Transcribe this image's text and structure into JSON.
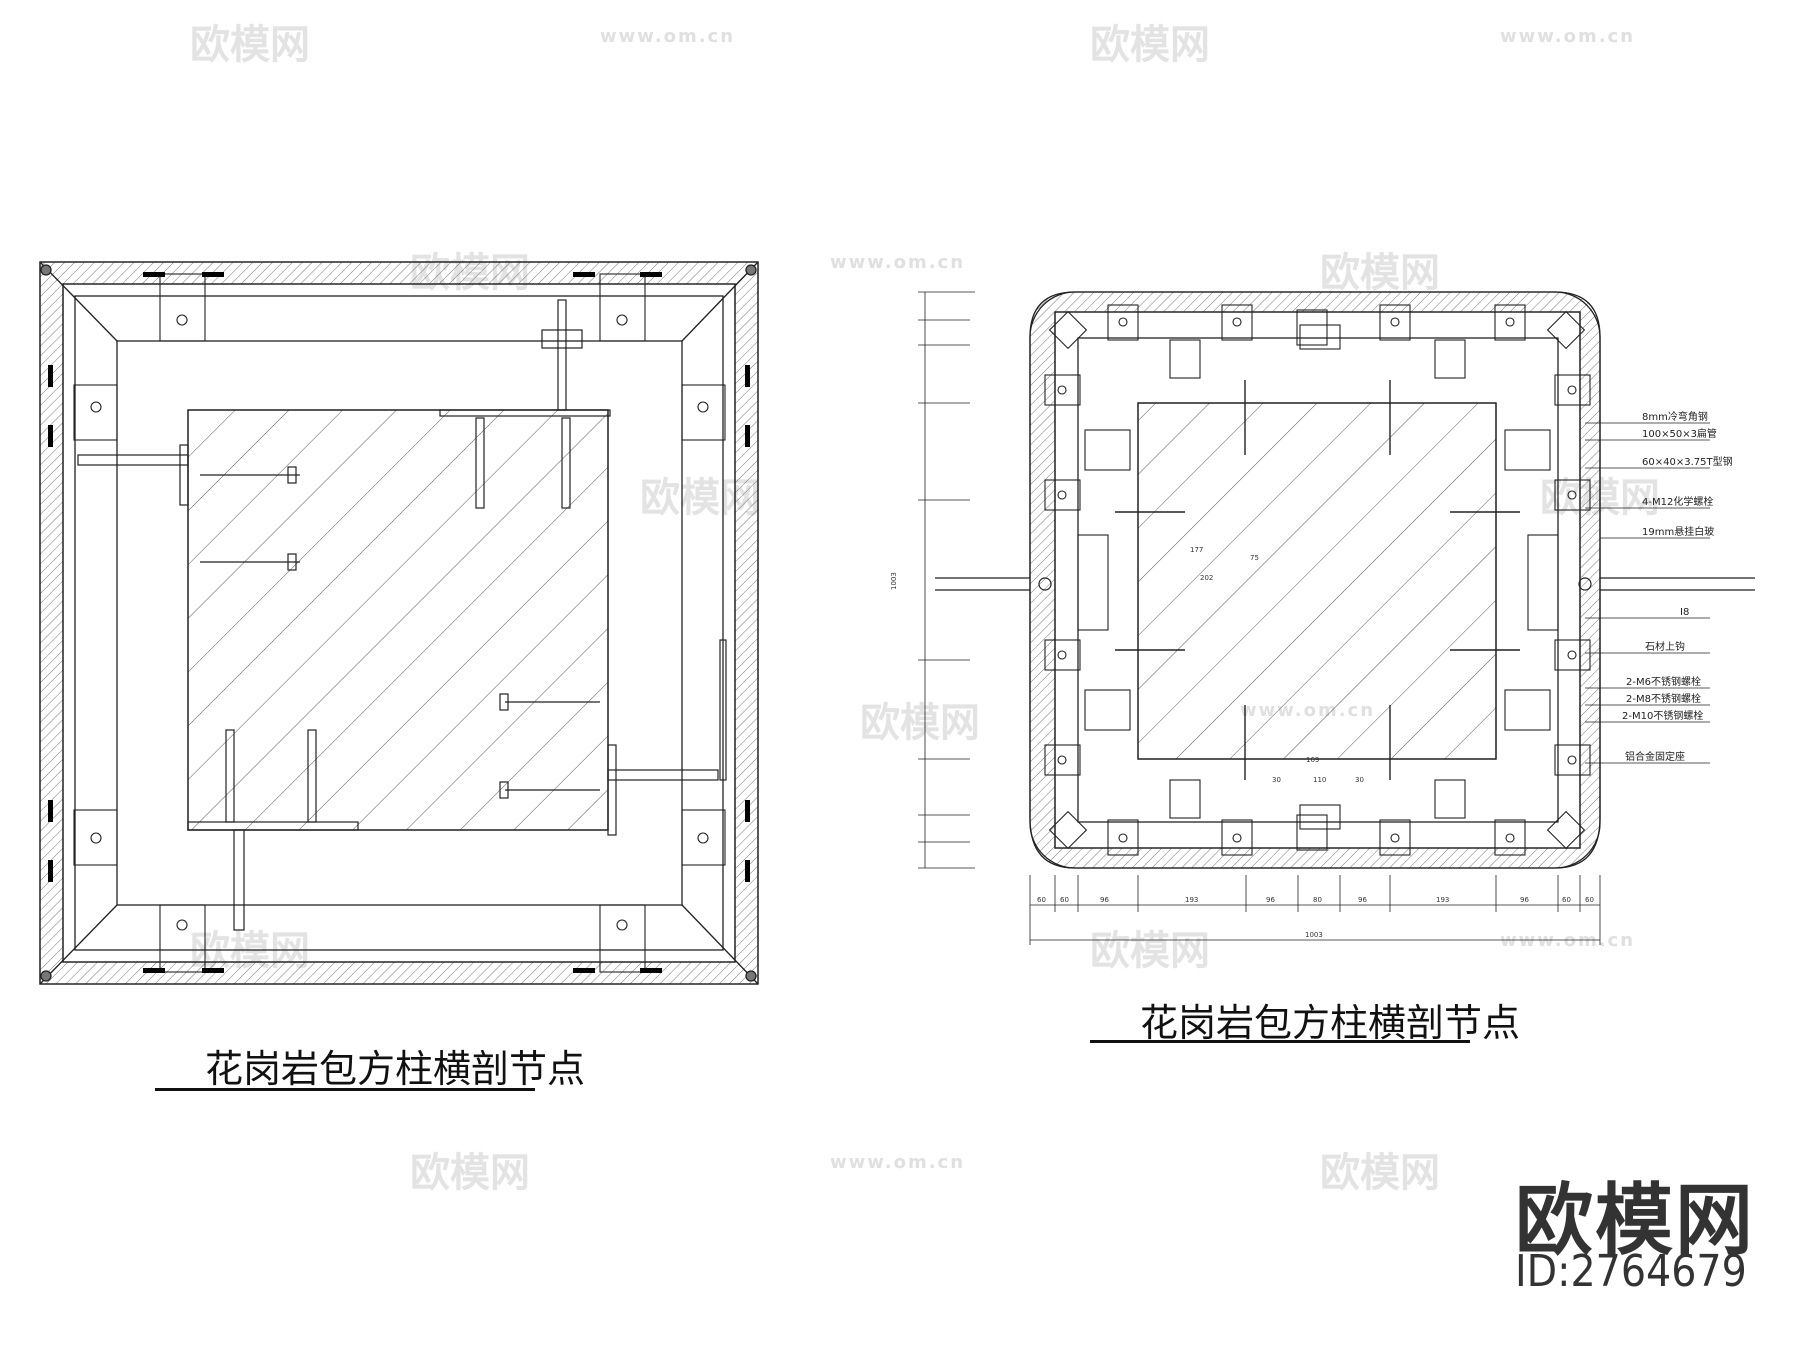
{
  "left_drawing": {
    "title": "花岗岩包方柱横剖节点"
  },
  "right_drawing": {
    "title": "花岗岩包方柱横剖节点",
    "annotations": [
      "8mm冷弯角钢",
      "100×50×3扁管",
      "60×40×3.75T型钢",
      "4-M12化学螺栓",
      "19mm悬挂白玻",
      "I8",
      "石材上钩",
      "2-M6不锈钢螺栓",
      "2-M8不锈钢螺栓",
      "2-M10不锈钢螺栓",
      "铝合金固定座"
    ],
    "dims_bottom": [
      "60",
      "60",
      "96",
      "193",
      "96",
      "80",
      "96",
      "193",
      "96",
      "60",
      "60"
    ],
    "dims_bottom_total": "1003",
    "dims_left_total": "1003",
    "dims_inner": [
      "177",
      "202",
      "75",
      "169",
      "30",
      "110",
      "30"
    ]
  },
  "brand": {
    "name": "欧模网",
    "id": "ID:2764679"
  },
  "watermark": {
    "text": "欧模网",
    "url": "www.om.cn"
  }
}
